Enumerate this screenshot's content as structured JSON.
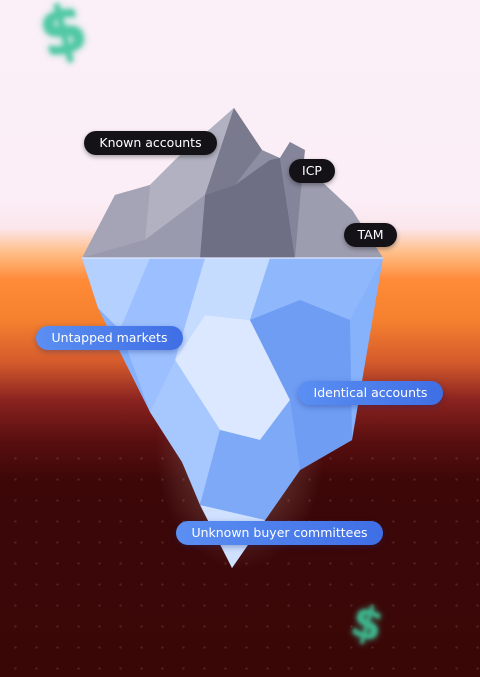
{
  "labels": {
    "known_accounts": "Known accounts",
    "icp": "ICP",
    "tam": "TAM",
    "untapped_markets": "Untapped markets",
    "identical_accounts": "Identical accounts",
    "unknown_buyer_committees": "Unknown buyer committees"
  },
  "decor": {
    "dollar_symbol": "$",
    "dollar_color": "#3ec49a",
    "above_water_color": "#8c8c9e",
    "below_water_color": "#7ea9f7",
    "label_dark_color": "#141217",
    "label_blue_color": "#4a7cec"
  }
}
